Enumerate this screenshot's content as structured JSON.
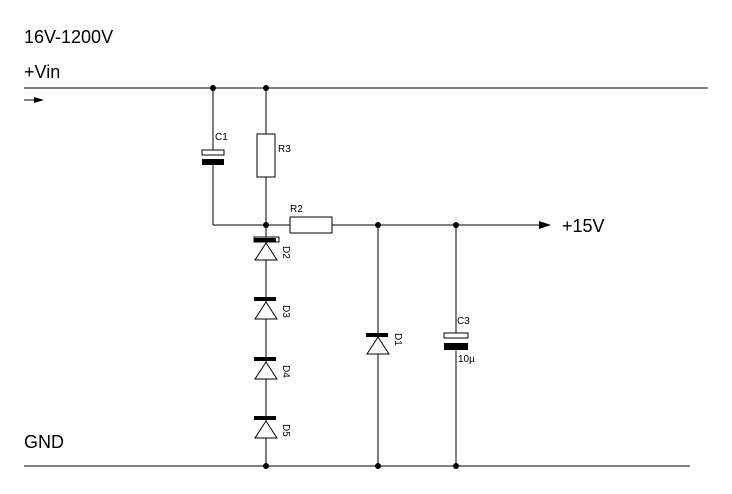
{
  "labels": {
    "voltage_range": "16V-1200V",
    "vin": "+Vin",
    "gnd": "GND",
    "output": "+15V"
  },
  "components": {
    "c1": "C1",
    "c3": "C3",
    "c3_value": "10µ",
    "r2": "R2",
    "r3": "R3",
    "d1": "D1",
    "d2": "D2",
    "d3": "D3",
    "d4": "D4",
    "d5": "D5"
  }
}
